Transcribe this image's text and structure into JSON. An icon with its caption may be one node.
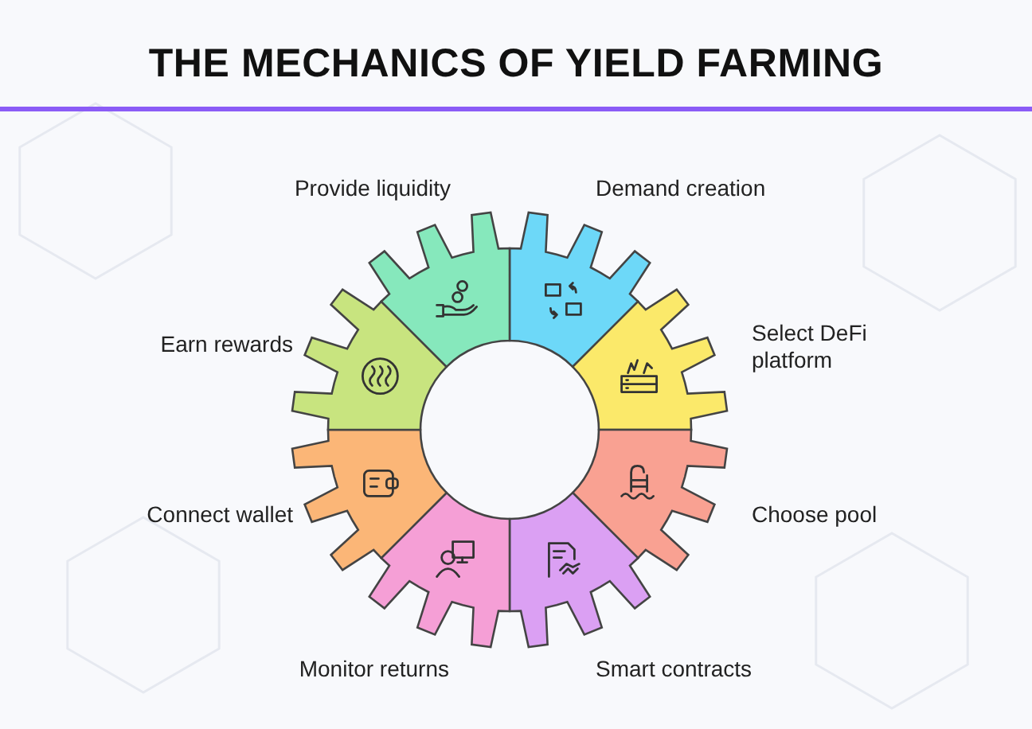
{
  "diagram": {
    "title": "THE MECHANICS OF YIELD FARMING",
    "nodes": [
      {
        "text": [
          "Demand creation"
        ]
      },
      {
        "text": [
          "Select DeFi platform"
        ]
      },
      {
        "text": [
          "Choose pool"
        ]
      },
      {
        "text": [
          "Smart contracts"
        ]
      },
      {
        "text": [
          "Monitor returns"
        ]
      },
      {
        "text": [
          "Connect wallet"
        ]
      },
      {
        "text": [
          "Earn rewards"
        ]
      },
      {
        "text": [
          "Provide liquidity"
        ]
      }
    ]
  }
}
